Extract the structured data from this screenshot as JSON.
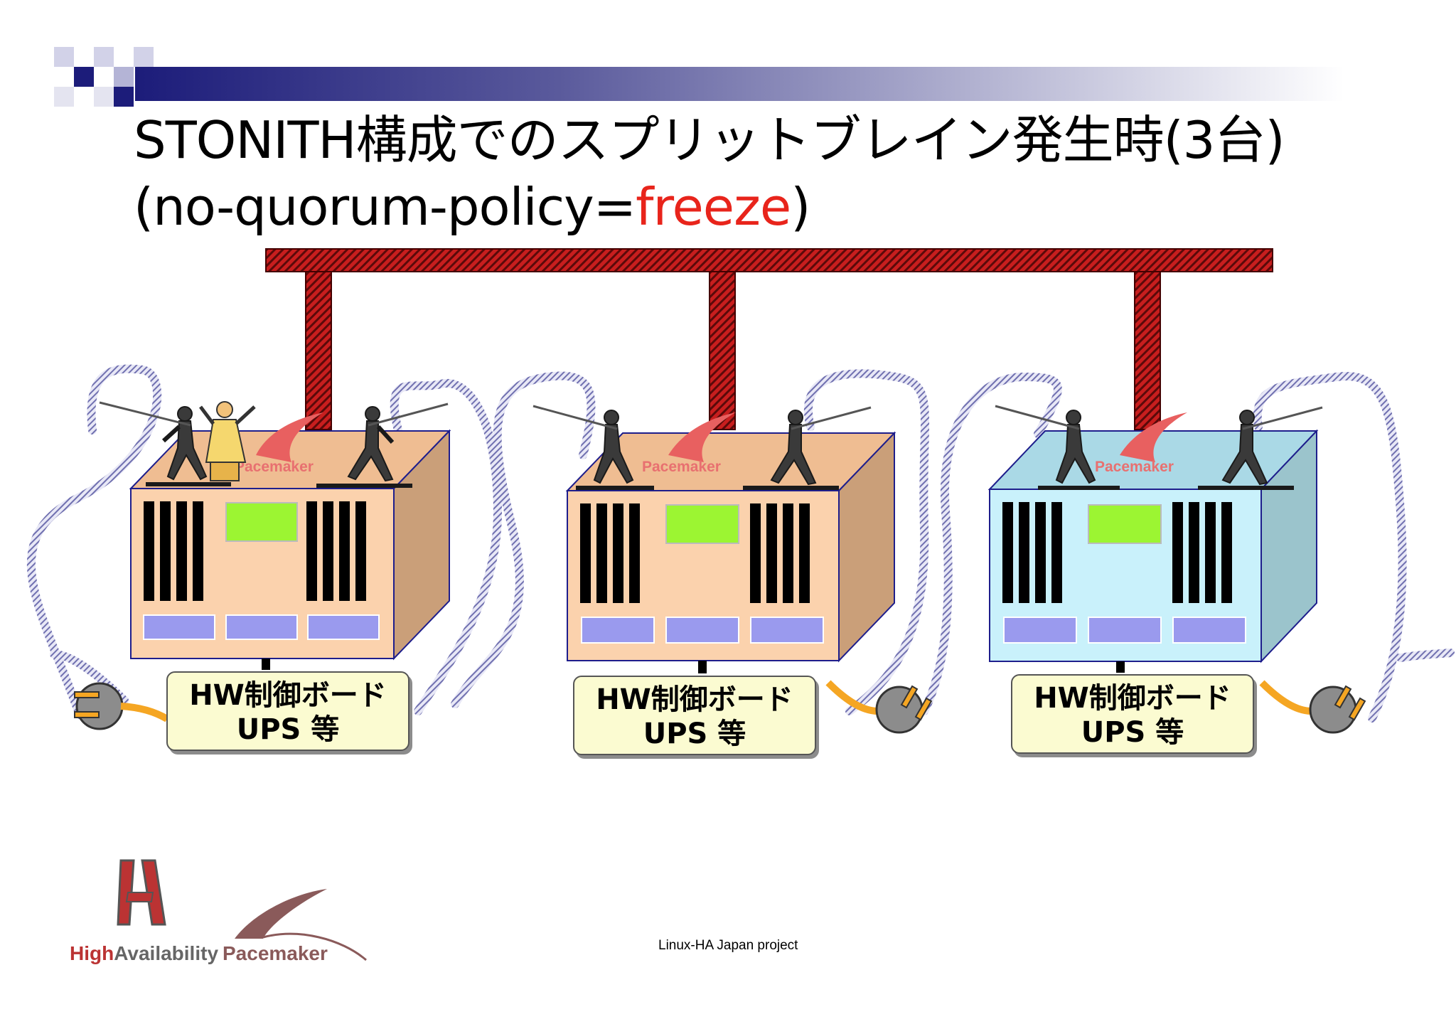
{
  "slide": {
    "title_line1": "STONITH構成でのスプリットブレイン発生時(3台)",
    "title_line2_prefix": "(no-quorum-policy=",
    "title_line2_value": "freeze",
    "title_line2_suffix": ")",
    "accent_color": "#e8241b"
  },
  "nodes": [
    {
      "brand": "Pacemaker",
      "board_line1": "HW制御ボード",
      "board_line2": "UPS 等",
      "color": "#fbd2ad",
      "state": "two fencers + referee"
    },
    {
      "brand": "Pacemaker",
      "board_line1": "HW制御ボード",
      "board_line2": "UPS 等",
      "color": "#fbd2ad",
      "state": "two fencers"
    },
    {
      "brand": "Pacemaker",
      "board_line1": "HW制御ボード",
      "board_line2": "UPS 等",
      "color": "#c9f1fb",
      "state": "two fencers"
    }
  ],
  "footer": {
    "text": "Linux-HA Japan project",
    "logo_ha_high": "High",
    "logo_ha_availability": "Availability",
    "logo_pacemaker": "Pacemaker"
  }
}
